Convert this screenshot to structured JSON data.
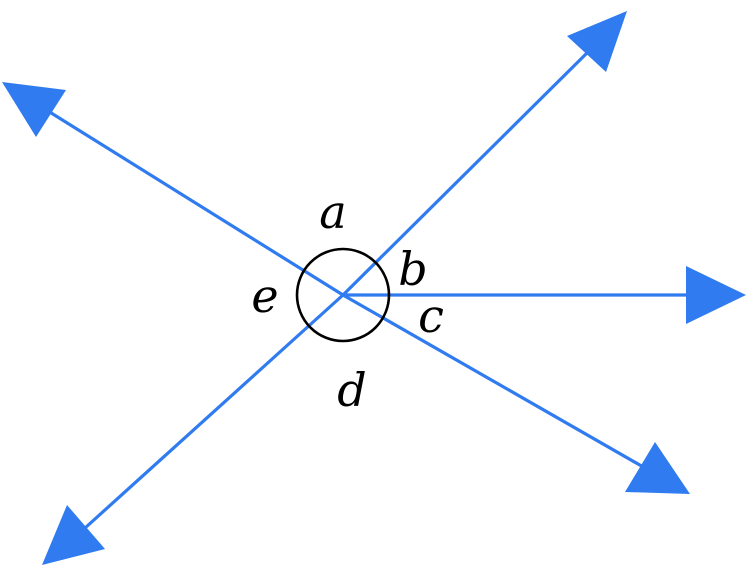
{
  "colors": {
    "ray": "#2F7BEF",
    "arc": "#000000"
  },
  "rays": [
    {
      "name": "upper-right"
    },
    {
      "name": "right"
    },
    {
      "name": "lower-right"
    },
    {
      "name": "lower-left"
    },
    {
      "name": "upper-left"
    }
  ],
  "angles": [
    {
      "label": "a"
    },
    {
      "label": "b"
    },
    {
      "label": "c"
    },
    {
      "label": "d"
    },
    {
      "label": "e"
    }
  ]
}
